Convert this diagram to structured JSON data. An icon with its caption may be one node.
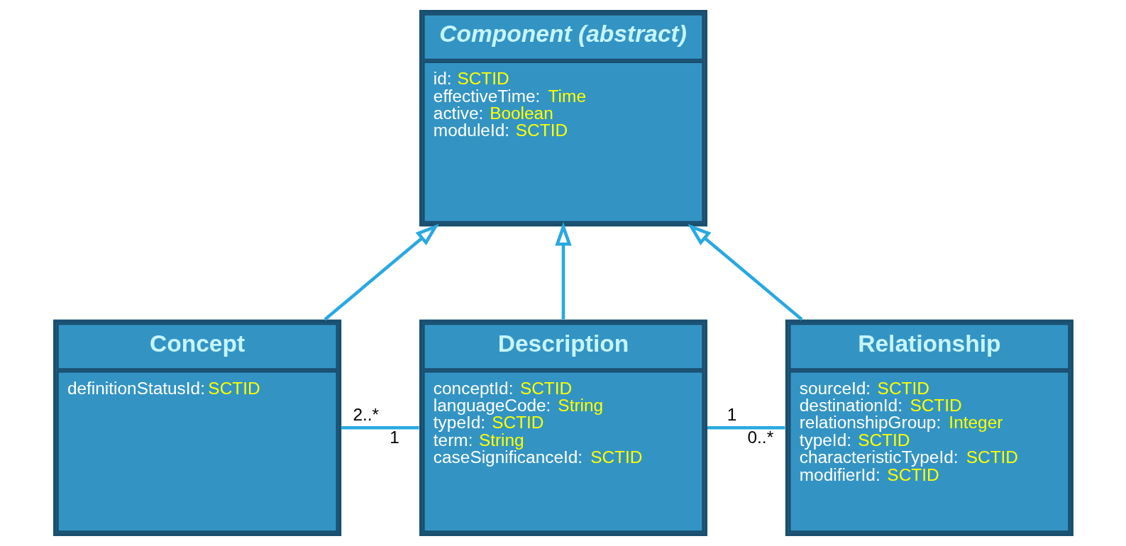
{
  "diagram": {
    "nodes": [
      {
        "text": [
          "Component (abstract)",
          "id: SCTID",
          "effectiveTime: Time",
          "active: Boolean",
          "moduleId: SCTID"
        ]
      },
      {
        "text": [
          "Concept",
          "definitionStatusId:SCTID"
        ]
      },
      {
        "text": [
          "Description",
          "conceptId: SCTID",
          "languageCode: String",
          "typeId: SCTID",
          "term: String",
          "caseSignificanceId: SCTID"
        ]
      },
      {
        "text": [
          "Relationship",
          "sourceId: SCTID",
          "destinationId: SCTID",
          "relationshipGroup: Integer",
          "typeId: SCTID",
          "characteristicTypeId: SCTID",
          "modifierId: SCTID"
        ]
      }
    ],
    "edges": [
      {
        "from": 1,
        "to": 0,
        "arrow": "to"
      },
      {
        "from": 2,
        "to": 0,
        "arrow": "to"
      },
      {
        "from": 3,
        "to": 0,
        "arrow": "to"
      },
      {
        "from": 1,
        "to": 2,
        "arrow": "none"
      },
      {
        "from": 2,
        "to": 3,
        "arrow": "none"
      }
    ],
    "labels": [
      "2..*",
      "1",
      "1",
      "0..*"
    ]
  }
}
